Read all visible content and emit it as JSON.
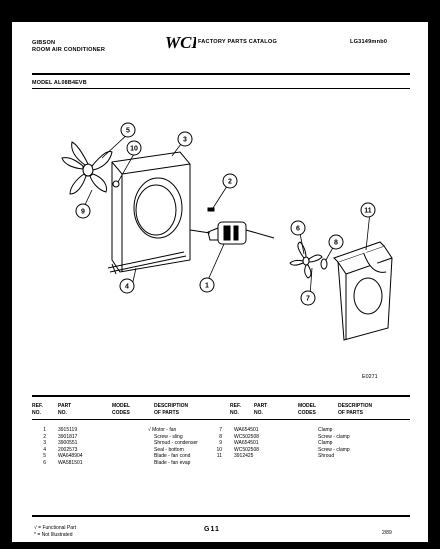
{
  "header": {
    "brand": "GIBSON",
    "product": "ROOM AIR CONDITIONER",
    "catalog": "FACTORY PARTS CATALOG",
    "catalog_code": "LG3149mnb0",
    "logo": "WCI"
  },
  "model": "MODEL AL08B4EVB",
  "diagram_code": "E0271",
  "callouts": [
    "1",
    "2",
    "3",
    "4",
    "5",
    "6",
    "7",
    "8",
    "9",
    "10",
    "11"
  ],
  "table": {
    "headers": {
      "ref": "REF.\nNO.",
      "part": "PART\nNO.",
      "codes": "MODEL\nCODES",
      "desc": "DESCRIPTION\nOF PARTS"
    },
    "left_rows": [
      {
        "ref": "1",
        "part": "3915119",
        "code": "",
        "desc": "√ Motor - fan"
      },
      {
        "ref": "2",
        "part": "3901817",
        "code": "",
        "desc": "Screw - sling"
      },
      {
        "ref": "3",
        "part": "3900551",
        "code": "",
        "desc": "Shroud - condenser"
      },
      {
        "ref": "4",
        "part": "2002573",
        "code": "",
        "desc": "Seal - bottom"
      },
      {
        "ref": "5",
        "part": "WA648904",
        "code": "",
        "desc": "Blade - fan cond"
      },
      {
        "ref": "6",
        "part": "WA581501",
        "code": "",
        "desc": "Blade - fan evap"
      }
    ],
    "right_rows": [
      {
        "ref": "7",
        "part": "WA654501",
        "code": "",
        "desc": "Clamp"
      },
      {
        "ref": "8",
        "part": "WC502508",
        "code": "",
        "desc": "Screw - clamp"
      },
      {
        "ref": "9",
        "part": "WA654501",
        "code": "",
        "desc": "Clamp"
      },
      {
        "ref": "10",
        "part": "WC502508",
        "code": "",
        "desc": "Screw - clamp"
      },
      {
        "ref": "11",
        "part": "3912425",
        "code": "",
        "desc": "Shroud"
      }
    ]
  },
  "legend": {
    "functional": "√ = Functional Part",
    "not_illustrated": "* = Not Illustrated"
  },
  "page_number": "G11",
  "date": "2/89"
}
